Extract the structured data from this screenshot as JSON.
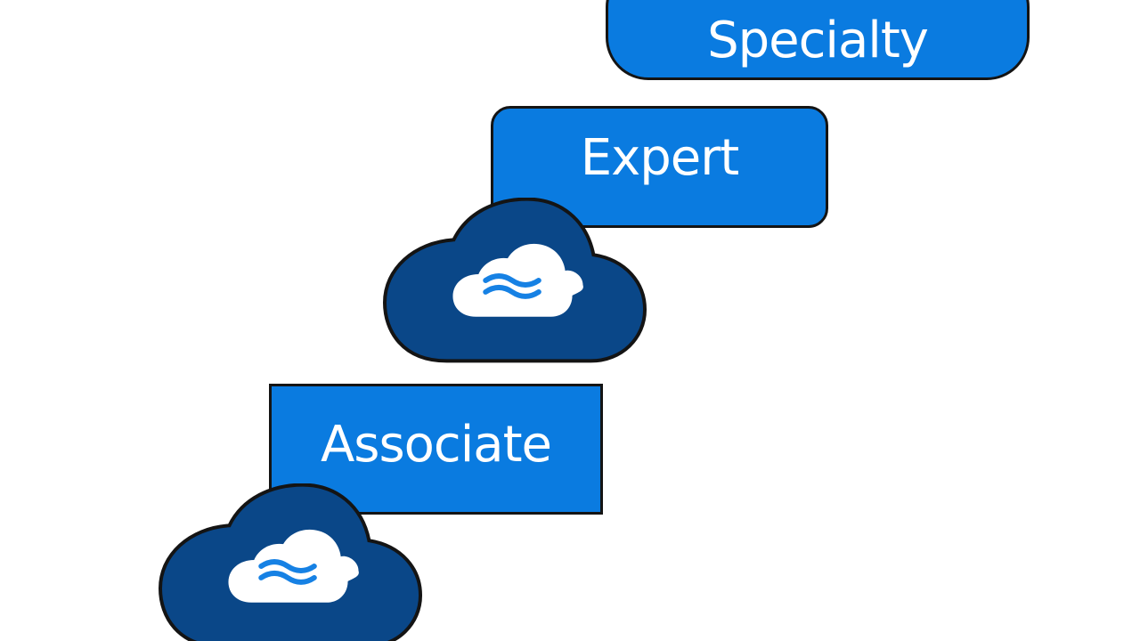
{
  "levels": {
    "specialty": {
      "label": "Specialty"
    },
    "expert": {
      "label": "Expert"
    },
    "associate": {
      "label": "Associate"
    }
  },
  "icons": {
    "upper": "cloud-icon",
    "lower": "cloud-icon"
  },
  "colors": {
    "box_fill": "#0a7be0",
    "cloud_fill": "#0a4788",
    "inner_cloud_fill": "#ffffff",
    "wave_stroke": "#1681e4",
    "outline": "#141414",
    "background": "#ffffff"
  }
}
